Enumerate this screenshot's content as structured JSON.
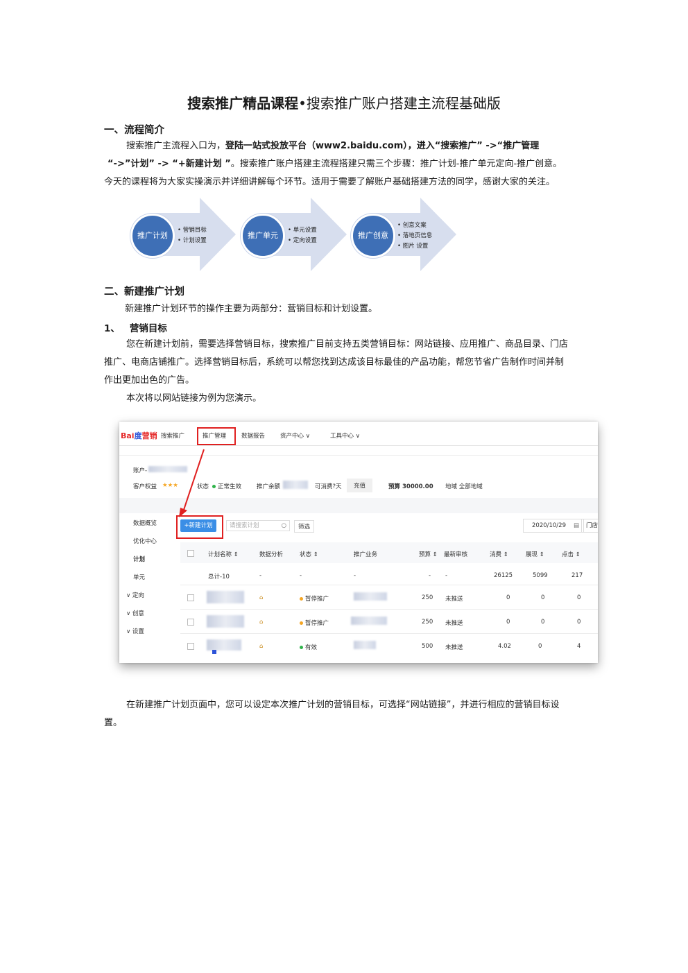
{
  "title": {
    "main": "搜索推广精品课程",
    "sub": "•搜索推广账户搭建主流程基础版"
  },
  "section1": {
    "heading": "一、流程简介",
    "p1_a": "搜索推广主流程入口为，",
    "p1_b": "登陆一站式投放平台（www2.baidu.com），进入“搜索推广” ->“推广管理",
    "p2_b": "“->”计划” -> “+新建计划 ”",
    "p2_a": "。搜索推广账户搭建主流程搭建只需三个步骤：推广计划-推广单元定向-推广创意。",
    "p3": "今天的课程将为大家实操演示并详细讲解每个环节。适用于需要了解账户基础搭建方法的同学，感谢大家的关注。"
  },
  "flow": [
    {
      "label": "推广计划",
      "items": [
        "• 营销目标",
        "• 计划设置"
      ]
    },
    {
      "label": "推广单元",
      "items": [
        "• 单元设置",
        "• 定向设置"
      ]
    },
    {
      "label": "推广创意",
      "items": [
        "• 创意文案",
        "• 落地页信息",
        "• 图片 设置"
      ]
    }
  ],
  "section2": {
    "heading": "二、新建推广计划",
    "intro": "新建推广计划环节的操作主要为两部分：营销目标和计划设置。",
    "sub_num": "1、",
    "sub_heading": "营销目标",
    "para1_l1": "您在新建计划前，需要选择营销目标，搜索推广目前支持五类营销目标：网站链接、应用推广、商品目录、门店",
    "para1_l2": "推广、电商店铺推广。选择营销目标后，系统可以帮您找到达成该目标最佳的产品功能，帮您节省广告制作时间并制",
    "para1_l3": "作出更加出色的广告。",
    "para2": "本次将以网站链接为例为您演示。",
    "para3_l1": "在新建推广计划页面中，您可以设定本次推广计划的营销目标，可选择“网站链接”，并进行相应的营销目标设",
    "para3_l2": "置。"
  },
  "screenshot": {
    "logo": {
      "bai": "Bai",
      "du": "度",
      "ying": "营销"
    },
    "nav": [
      "搜索推广",
      "推广管理",
      "数据报告",
      "资产中心 ∨",
      "工具中心 ∨"
    ],
    "account_label": "账户-",
    "rights_label": "客户权益",
    "stars": "★★★",
    "status_label": "状态",
    "status_value": "正常生效",
    "balance_label": "推广余额",
    "days_label": "可消费?天",
    "recharge": "充值",
    "budget_label": "预算",
    "budget_value": "30000.00",
    "region_label": "地域",
    "region_value": "全部地域",
    "sidebar": [
      "数据概览",
      "优化中心",
      "计划",
      "单元",
      "∨ 定向",
      "∨ 创意",
      "∨ 设置"
    ],
    "new_plan_button": "+新建计划",
    "search_placeholder": "请搜索计划",
    "filter_button": "筛选",
    "date": "2020/10/29",
    "date_next": "门店",
    "columns": [
      "计划名称 ⇕",
      "数据分析",
      "状态 ⇕",
      "推广业务",
      "预算 ⇕",
      "最新审核",
      "消费 ⇕",
      "展现 ⇕",
      "点击 ⇕"
    ],
    "total_row": {
      "name": "总计-10",
      "c1": "-",
      "c2": "-",
      "c3": "-",
      "c4": "-",
      "c5": "-",
      "cost": "26125",
      "impr": "5099",
      "click": "217"
    },
    "rows": [
      {
        "status": "暂停推广",
        "status_color": "#f5a623",
        "budget": "250",
        "audit": "未推送",
        "cost": "0",
        "impr": "0",
        "click": "0"
      },
      {
        "status": "暂停推广",
        "status_color": "#f5a623",
        "budget": "250",
        "audit": "未推送",
        "cost": "0",
        "impr": "0",
        "click": "0"
      },
      {
        "status": "有效",
        "status_color": "#2fb34a",
        "budget": "500",
        "audit": "未推送",
        "cost": "4.02",
        "impr": "0",
        "click": "4"
      }
    ],
    "colors": {
      "primary": "#3a8ee6",
      "highlight": "#e02020",
      "logo_red": "#e52b2b",
      "logo_blue": "#2d53d8"
    }
  }
}
